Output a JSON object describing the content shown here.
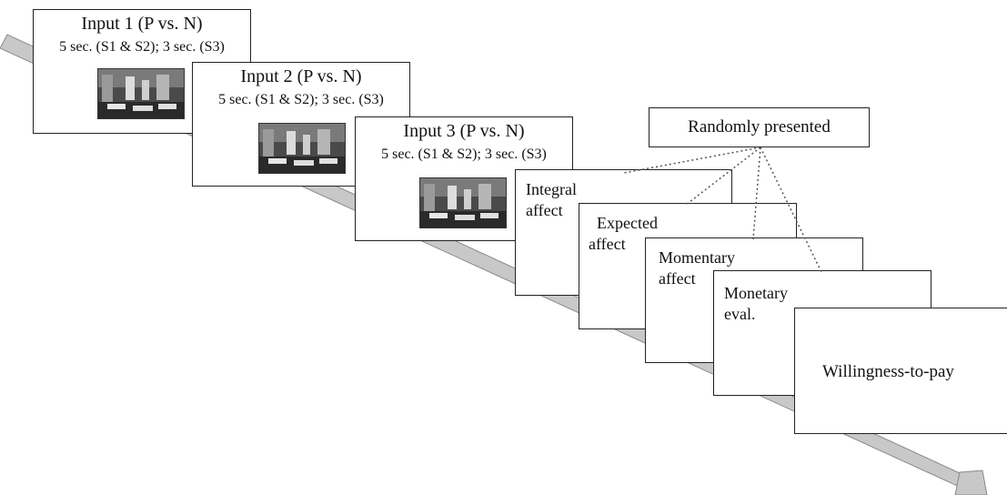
{
  "inputs": [
    {
      "title": "Input 1 (P vs. N)",
      "timing": "5 sec. (S1 & S2); 3 sec. (S3)"
    },
    {
      "title": "Input 2 (P vs. N)",
      "timing": "5 sec. (S1 & S2); 3 sec. (S3)"
    },
    {
      "title": "Input 3 (P vs. N)",
      "timing": "5 sec. (S1 & S2); 3 sec. (S3)"
    }
  ],
  "randomly_presented": "Randomly presented",
  "measures": [
    {
      "line1": "Integral",
      "line2": "affect"
    },
    {
      "line1": "Expected",
      "line2": "affect"
    },
    {
      "line1": "Momentary",
      "line2": "affect"
    },
    {
      "line1": "Monetary",
      "line2": "eval."
    }
  ],
  "final_measure": "Willingness-to-pay",
  "colors": {
    "arrow": "#c8c8c8",
    "border": "#222222",
    "dots": "#555555"
  }
}
